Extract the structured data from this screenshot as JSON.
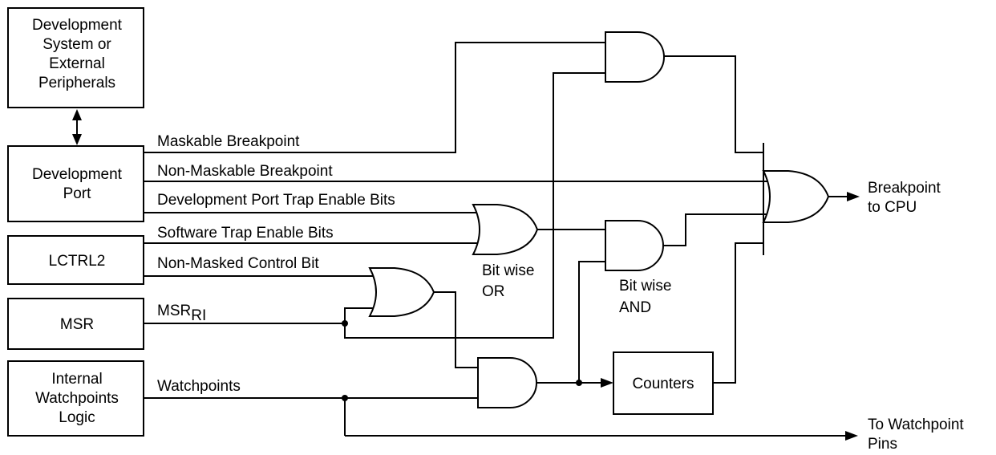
{
  "blocks": {
    "dev_system": [
      "Development",
      "System or",
      "External",
      "Peripherals"
    ],
    "dev_port": [
      "Development",
      "Port"
    ],
    "lctrl2": "LCTRL2",
    "msr": "MSR",
    "internal_watchpoints": [
      "Internal",
      "Watchpoints",
      "Logic"
    ],
    "counters": "Counters"
  },
  "signals": {
    "maskable_breakpoint": "Maskable Breakpoint",
    "non_maskable_breakpoint": "Non-Maskable Breakpoint",
    "dev_port_trap_enable": "Development Port Trap Enable Bits",
    "software_trap_enable": "Software Trap Enable Bits",
    "non_masked_control_bit": "Non-Masked Control Bit",
    "msr_ri_main": "MSR",
    "msr_ri_sub": "RI",
    "watchpoints": "Watchpoints"
  },
  "gate_labels": {
    "bitwise_or": [
      "Bit wise",
      "OR"
    ],
    "bitwise_and": [
      "Bit wise",
      "AND"
    ]
  },
  "outputs": {
    "breakpoint_cpu": [
      "Breakpoint",
      "to CPU"
    ],
    "watchpoint_pins": [
      "To Watchpoint",
      "Pins"
    ]
  }
}
